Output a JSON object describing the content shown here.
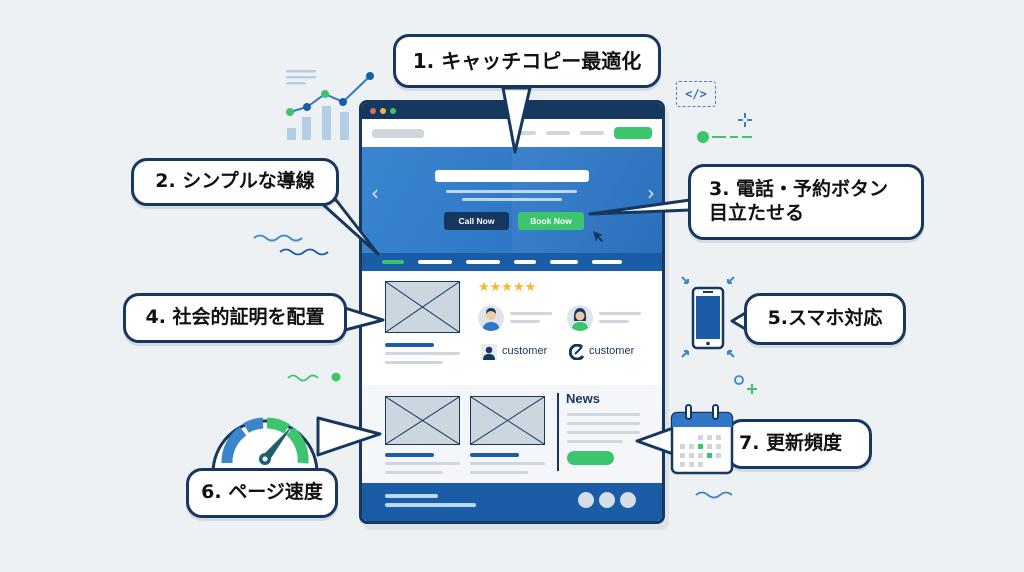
{
  "callouts": [
    {
      "id": 1,
      "label": "1. キャッチコピー最適化"
    },
    {
      "id": 2,
      "label": "2. シンプルな導線"
    },
    {
      "id": 3,
      "label": "3. 電話・予約ボタン\n   目立たせる"
    },
    {
      "id": 4,
      "label": "4. 社会的証明を配置"
    },
    {
      "id": 5,
      "label": "5.スマホ対応"
    },
    {
      "id": 6,
      "label": "6. ページ速度"
    },
    {
      "id": 7,
      "label": "7. 更新頻度"
    }
  ],
  "mockup": {
    "hero": {
      "call_button": "Call Now",
      "book_button": "Book Now",
      "prev_arrow": "‹",
      "next_arrow": "›"
    },
    "reviews": {
      "stars": "★★★★★",
      "star_count": 5,
      "customer_labels": [
        "customer",
        "customer"
      ]
    },
    "news": {
      "title": "News"
    }
  },
  "decor": {
    "code_icon": "</>"
  },
  "colors": {
    "navy": "#16375e",
    "blue": "#2f78c6",
    "dark_blue": "#1a5da6",
    "green": "#3cc46e",
    "star": "#f5b82e",
    "background": "#eef1f4"
  }
}
